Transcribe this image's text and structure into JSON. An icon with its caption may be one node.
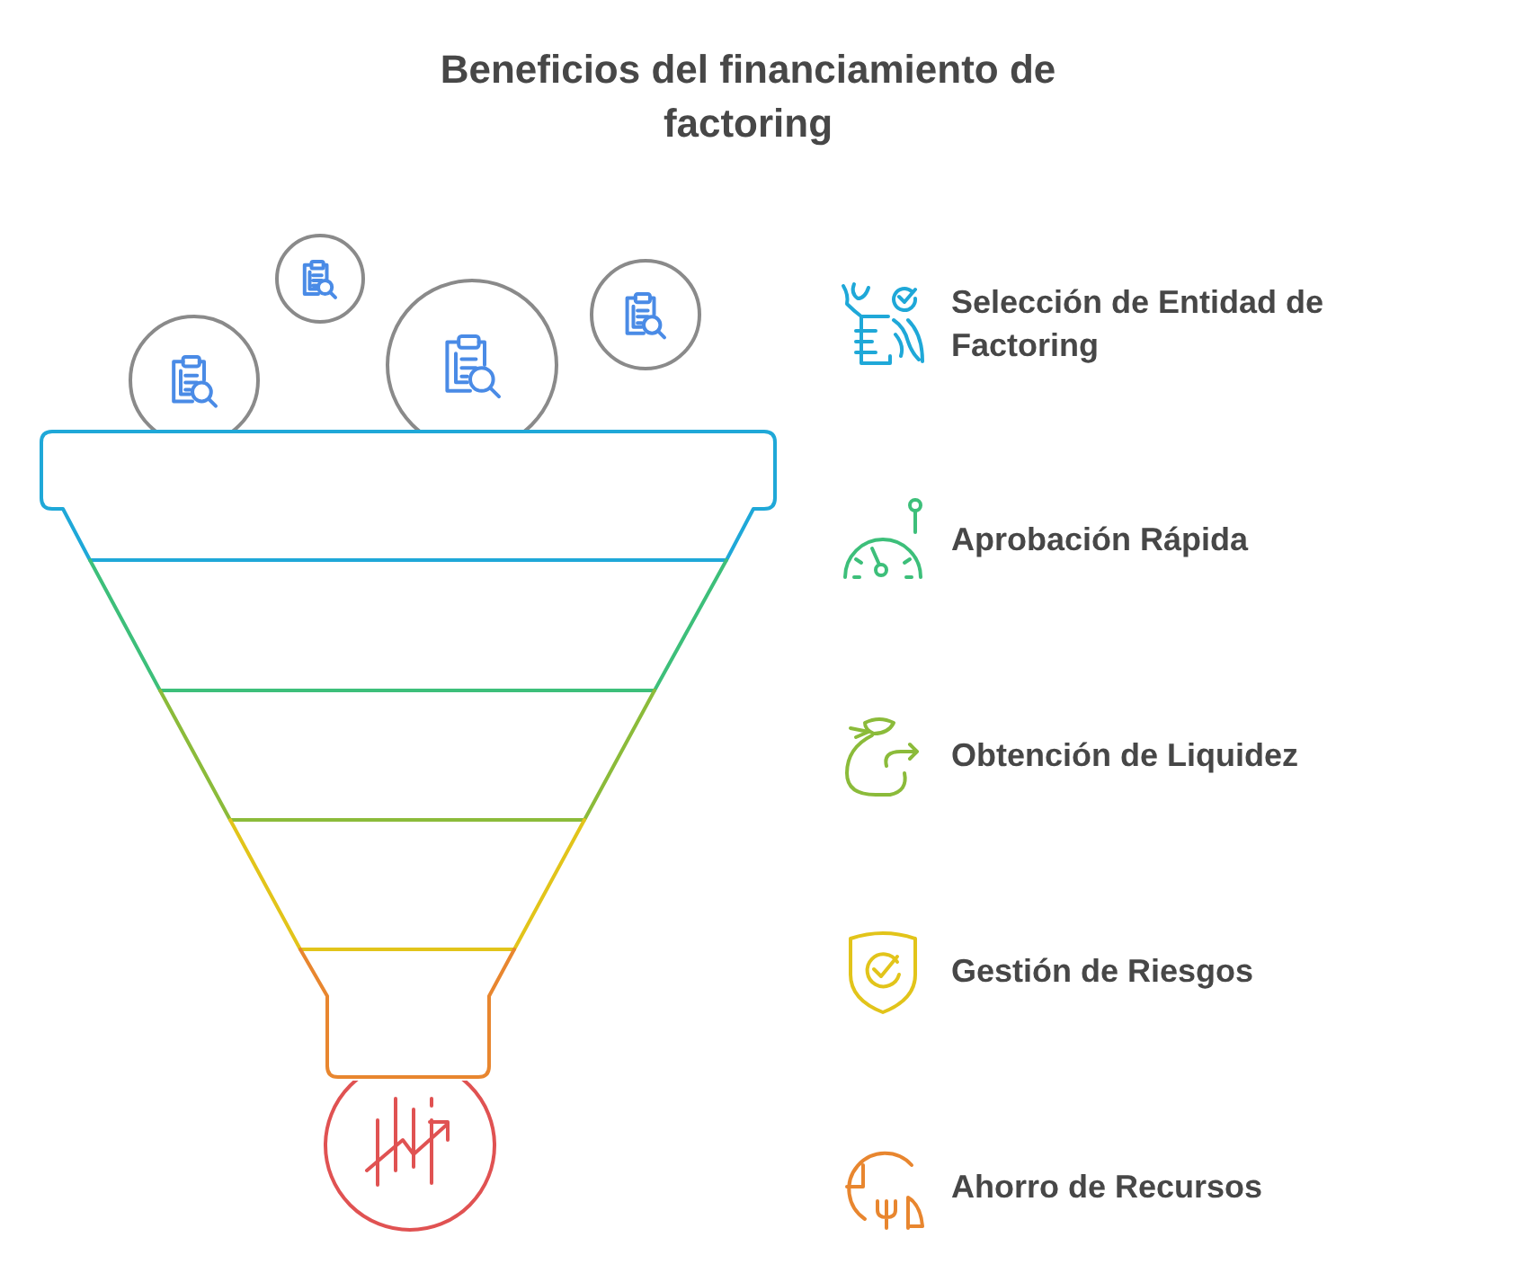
{
  "diagram": {
    "title": "Beneficios del financiamiento de factoring",
    "labels": [
      "Selección de Entidad de Factoring",
      "Aprobación Rápida",
      "Obtención de Liquidez",
      "Gestión de Riesgos",
      "Ahorro de Recursos"
    ]
  }
}
